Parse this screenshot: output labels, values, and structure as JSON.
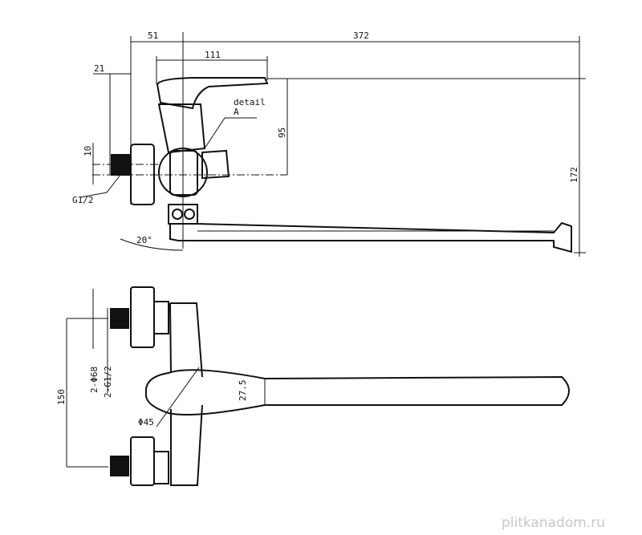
{
  "title": "Faucet technical drawing",
  "dimensions": {
    "d51": "51",
    "d372": "372",
    "d111": "111",
    "d21": "21",
    "detail_line1": "detail",
    "detail_line2": "A",
    "d95": "95",
    "d172": "172",
    "d10": "10",
    "thread": "G1/2",
    "angle": "20°",
    "d150": "150",
    "flange_diam": "2-Φ68",
    "threads_pair": "2-G1/2",
    "d27_5": "27.5",
    "d45": "Φ45"
  },
  "watermark": "plitkanadom.ru"
}
